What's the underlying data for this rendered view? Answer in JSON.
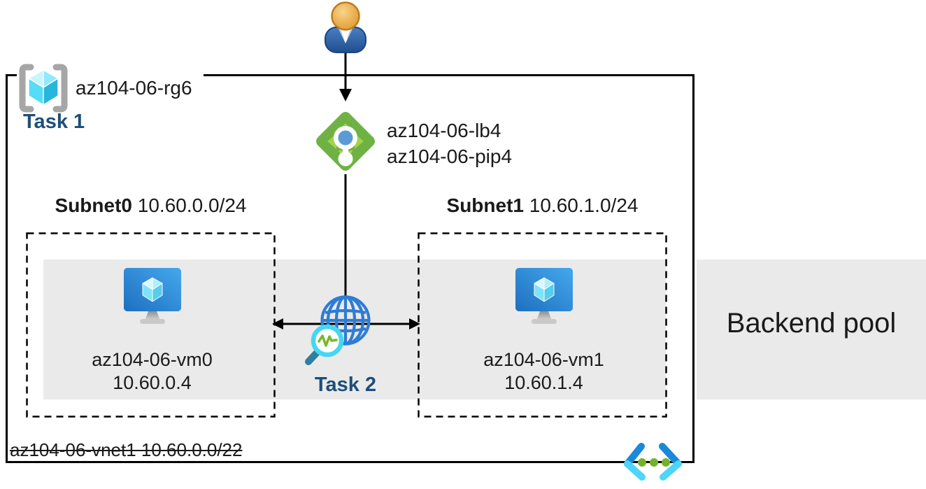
{
  "resource_group": {
    "name": "az104-06-rg6",
    "task_label": "Task 1"
  },
  "load_balancer": {
    "name": "az104-06-lb4",
    "public_ip": "az104-06-pip4"
  },
  "subnets": [
    {
      "name": "Subnet0",
      "cidr": "10.60.0.0/24",
      "vm": {
        "name": "az104-06-vm0",
        "ip": "10.60.0.4"
      }
    },
    {
      "name": "Subnet1",
      "cidr": "10.60.1.0/24",
      "vm": {
        "name": "az104-06-vm1",
        "ip": "10.60.1.4"
      }
    }
  ],
  "probe": {
    "task_label": "Task 2"
  },
  "backend_pool": {
    "label": "Backend pool"
  },
  "vnet": {
    "label": "az104-06-vnet1 10.60.0.0/22"
  },
  "colors": {
    "task_text": "#1E4E79",
    "backend_band": "#EAEAEA",
    "loadbalancer_green": "#6FB243",
    "loadbalancer_arrow_green": "#A2D34A",
    "vm_monitor_blue": "#2E86D8",
    "azure_cyan": "#50E6FF",
    "globe_blue": "#2E7CD6",
    "probe_ring_cyan": "#45D7F2",
    "probe_zigzag_green": "#76B82A",
    "bracket_gray": "#A6A6A6",
    "line_black": "#000000"
  }
}
